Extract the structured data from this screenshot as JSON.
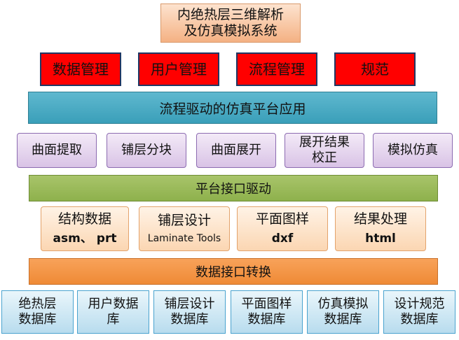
{
  "title": {
    "line1": "内绝热层三维解析",
    "line2": "及仿真模拟系统"
  },
  "management": [
    "数据管理",
    "用户管理",
    "流程管理",
    "规范"
  ],
  "platform_app": "流程驱动的仿真平台应用",
  "modules": [
    {
      "line1": "曲面提取",
      "line2": ""
    },
    {
      "line1": "铺层分块",
      "line2": ""
    },
    {
      "line1": "曲面展开",
      "line2": ""
    },
    {
      "line1": "展开结果",
      "line2": "校正"
    },
    {
      "line1": "模拟仿真",
      "line2": ""
    }
  ],
  "platform_driver": "平台接口驱动",
  "data_types": [
    {
      "label": "结构数据",
      "format": "asm、 prt"
    },
    {
      "label": "铺层设计",
      "format": "Laminate Tools"
    },
    {
      "label": "平面图样",
      "format": "dxf"
    },
    {
      "label": "结果处理",
      "format": "html"
    }
  ],
  "data_conversion": "数据接口转换",
  "databases": [
    {
      "line1": "绝热层",
      "line2": "数据库"
    },
    {
      "line1": "用户数据",
      "line2": "库"
    },
    {
      "line1": "铺层设计",
      "line2": "数据库"
    },
    {
      "line1": "平面图样",
      "line2": "数据库"
    },
    {
      "line1": "仿真模拟",
      "line2": "数据库"
    },
    {
      "line1": "设计规范",
      "line2": "数据库"
    }
  ]
}
